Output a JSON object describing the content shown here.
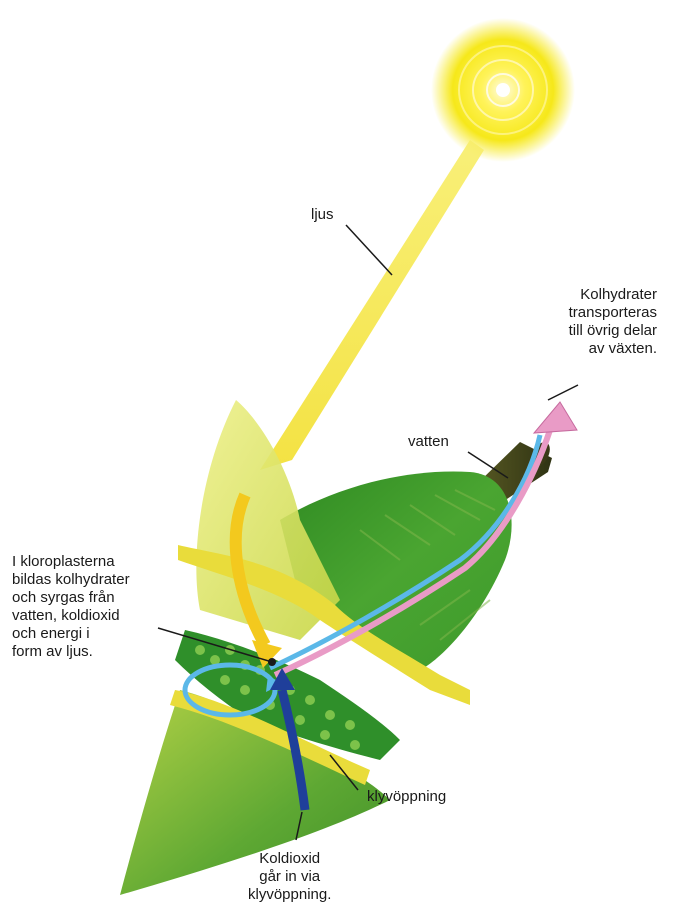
{
  "labels": {
    "light": "ljus",
    "carbs": [
      "Kolhydrater",
      "transporteras",
      "till övrig delar",
      "av växten."
    ],
    "water": "vatten",
    "chloroplast": [
      "I kloroplasterna",
      "bildas kolhydrater",
      "och syrgas från",
      "vatten, koldioxid",
      "och energi i",
      "form av ljus."
    ],
    "stoma": "klyvöppning",
    "co2": [
      "Koldioxid",
      "går in via",
      "klyvöppning."
    ]
  },
  "colors": {
    "sun": "#f6e81a",
    "light_beam": "#f3e13a",
    "leaf_dark": "#3f9e2b",
    "leaf_light": "#a6c93c",
    "leaf_cut": "#e9dc3b",
    "water_arrow": "#5bb8e8",
    "carb_arrow": "#e99bc6",
    "co2_arrow": "#1f3f9a",
    "light_arrow": "#f3c91e"
  }
}
